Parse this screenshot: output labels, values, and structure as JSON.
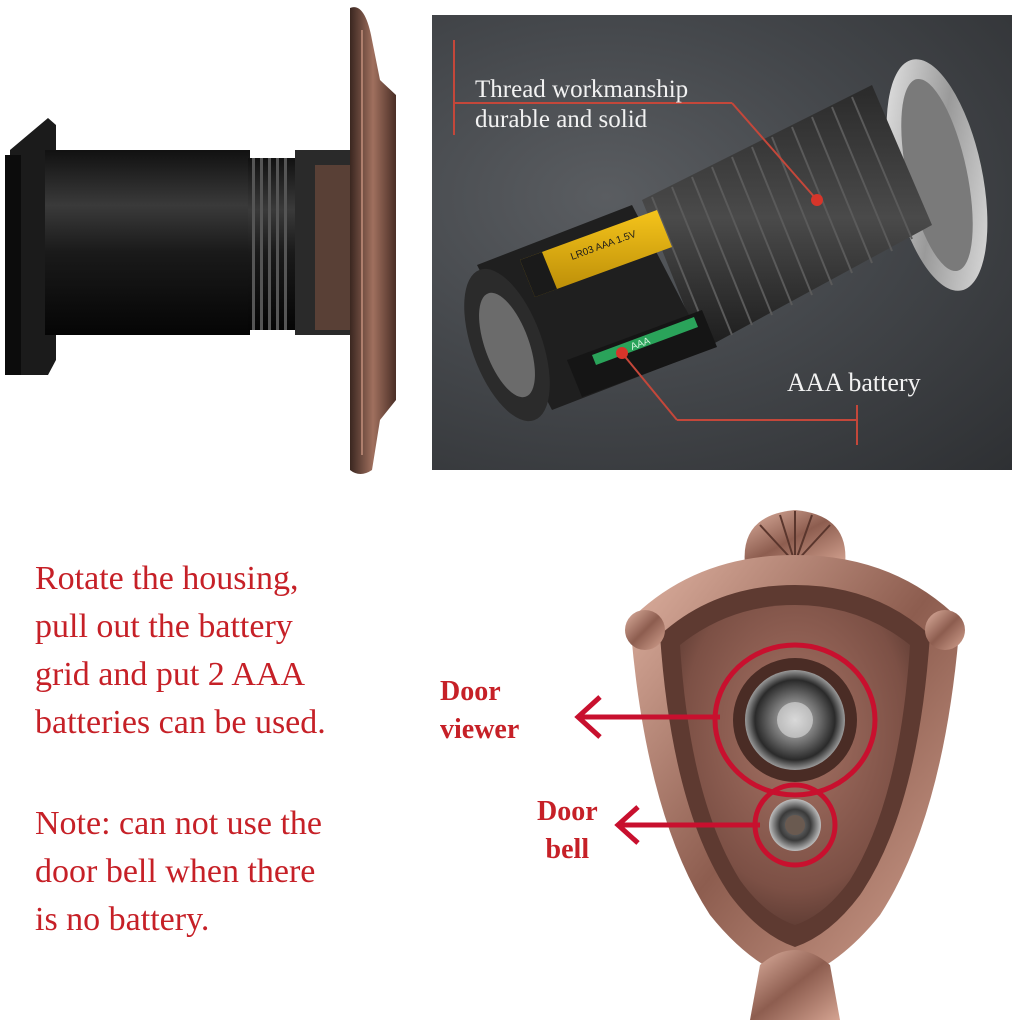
{
  "callouts": {
    "thread_line1": "Thread workmanship",
    "thread_line2": "durable and solid",
    "battery": "AAA battery"
  },
  "instructions": {
    "line1": "Rotate the housing,",
    "line2": "pull out the battery",
    "line3": "grid and  put 2 AAA",
    "line4": "batteries can be used."
  },
  "note": {
    "line1": "Note: can not use the",
    "line2": "door bell when there",
    "line3": "is no battery."
  },
  "labels": {
    "door_viewer_line1": "Door",
    "door_viewer_line2": "viewer",
    "door_bell_line1": "Door",
    "door_bell_line2": "bell"
  },
  "battery_print": {
    "yellow": "LR03 AAA 1.5V",
    "green": "AAA"
  },
  "colors": {
    "accent_red": "#c62027",
    "copper": "#9c6a5a",
    "dark_bg": "#45484c"
  }
}
